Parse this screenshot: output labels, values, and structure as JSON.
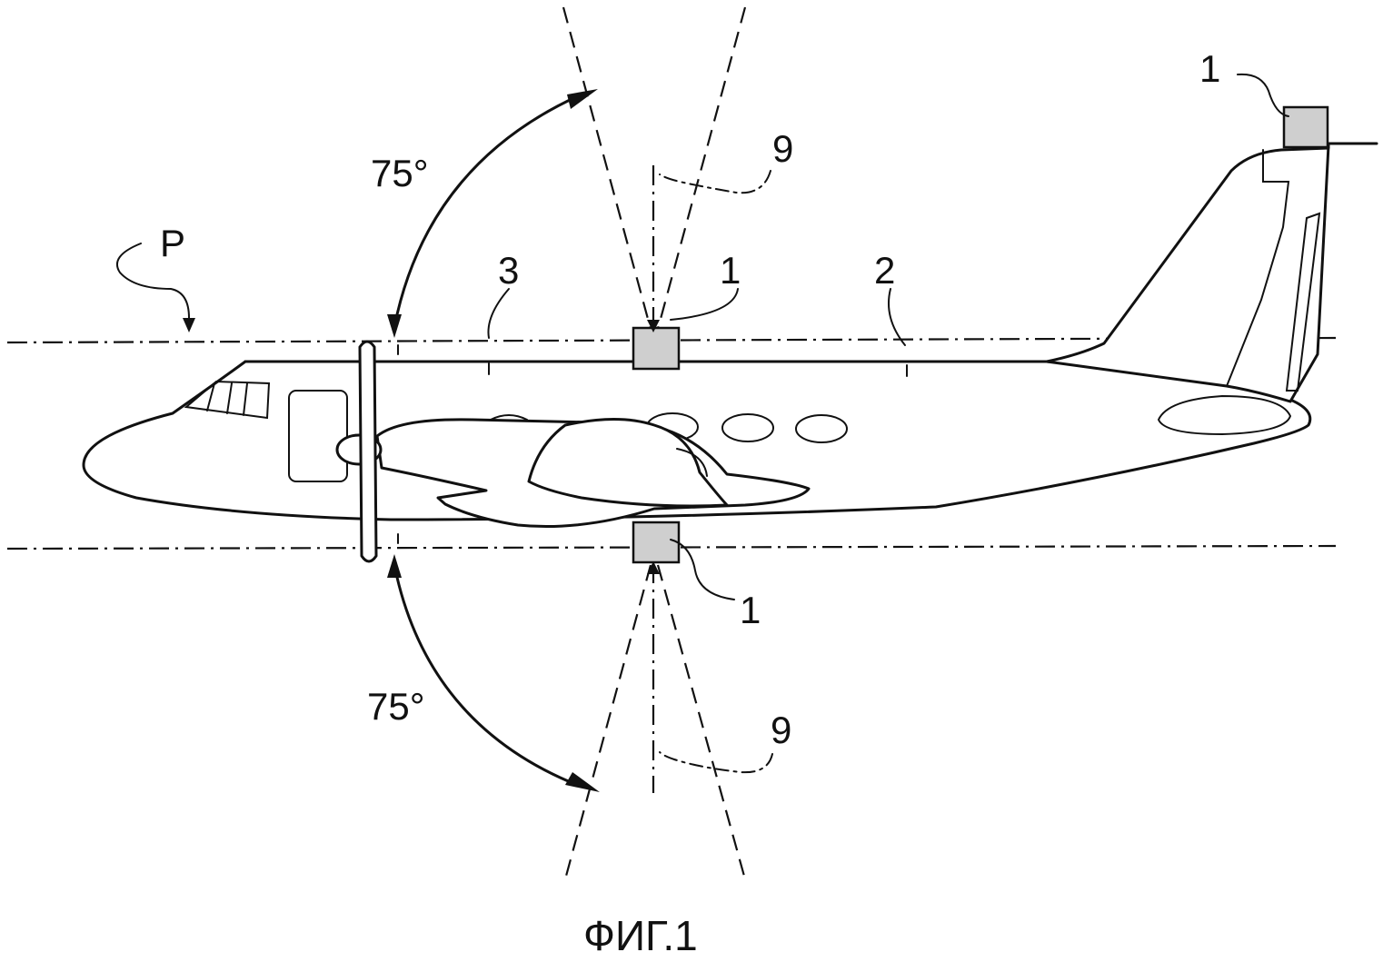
{
  "figure": {
    "caption": "ФИГ.1",
    "angle_top": "75°",
    "angle_bottom": "75°",
    "labels": {
      "plane_ref": "P",
      "sensor_tail": "1",
      "sensor_top": "1",
      "sensor_bottom": "1",
      "axis_top": "9",
      "axis_bottom": "9",
      "fuselage_front": "3",
      "fuselage_rear": "2"
    }
  }
}
